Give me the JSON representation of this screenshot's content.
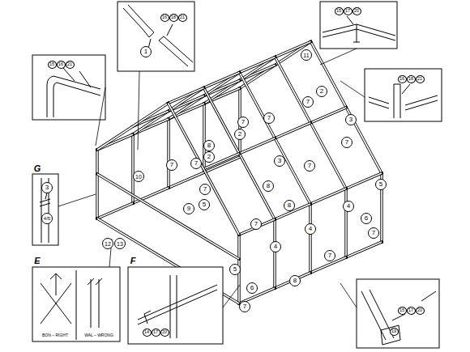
{
  "diagram": {
    "labels": [
      "11",
      "2",
      "7",
      "3",
      "7",
      "7",
      "7",
      "8",
      "2",
      "2",
      "7",
      "7",
      "3",
      "7",
      "10",
      "7",
      "8",
      "5",
      "9",
      "8",
      "7",
      "4",
      "4",
      "7",
      "5",
      "8",
      "6",
      "7",
      "5",
      "4",
      "6",
      "7",
      "12",
      "13",
      "1",
      "16",
      "18",
      "21",
      "15",
      "17",
      "20",
      "15",
      "16",
      "21",
      "16",
      "18",
      "21",
      "G",
      "3",
      "4/5",
      "E",
      "BON – RIGHT",
      "WAL – WRONG",
      "F",
      "14",
      "17",
      "20",
      "15",
      "17",
      "20",
      "19"
    ]
  }
}
